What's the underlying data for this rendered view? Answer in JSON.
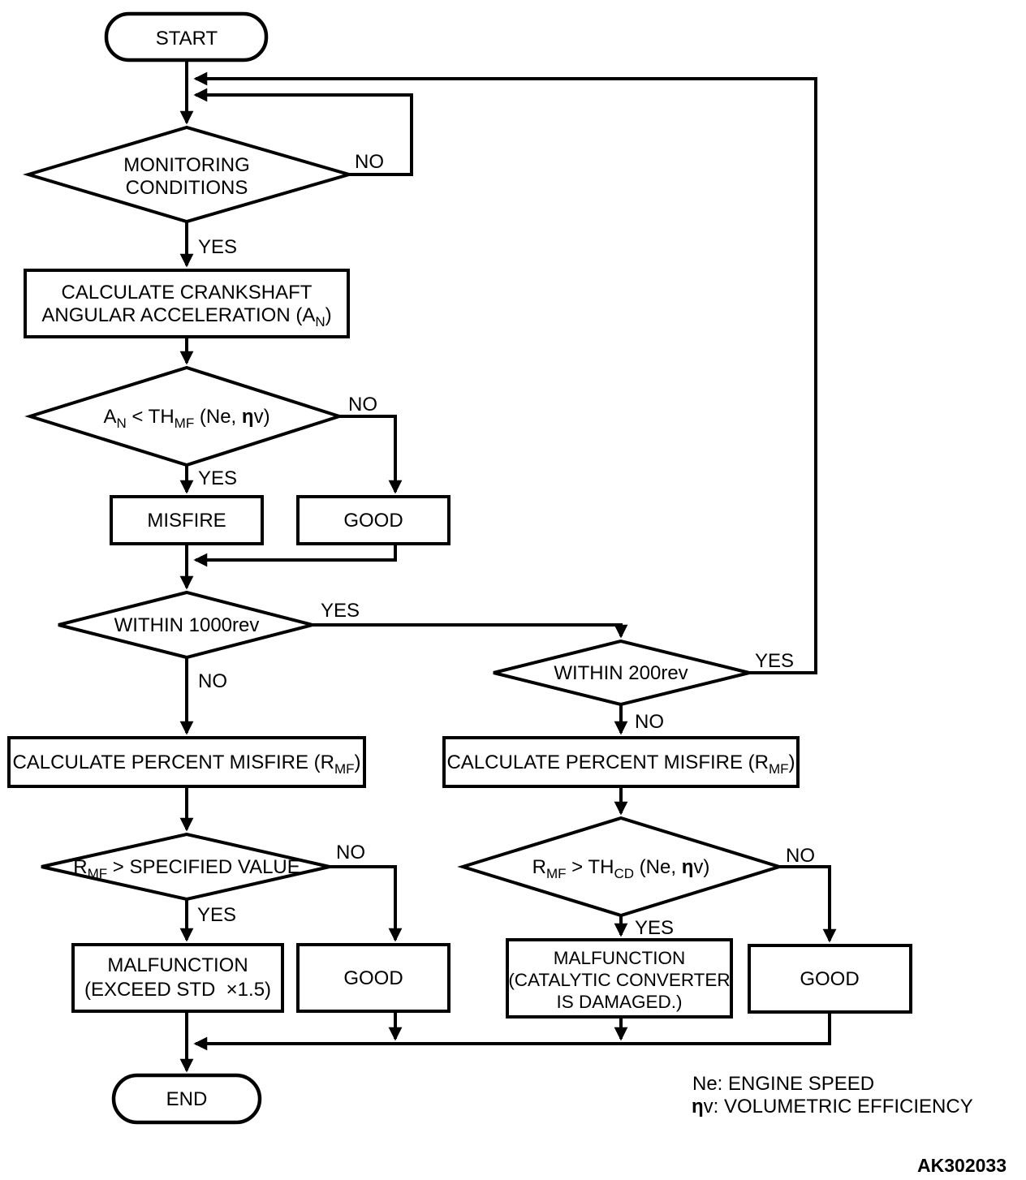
{
  "nodes": {
    "start": {
      "label": "START"
    },
    "monitoring": {
      "line1": "MONITORING",
      "line2": "CONDITIONS",
      "no": "NO",
      "yes": "YES"
    },
    "calc_accel": {
      "line1": "CALCULATE CRANKSHAFT",
      "line2_pre": "ANGULAR ACCELERATION (A",
      "line2_sub": "N",
      "line2_close": ")"
    },
    "an_check": {
      "base": "A",
      "sub1": "N",
      "mid": " < TH",
      "sub2": "MF",
      "paren": " (Ne, ",
      "eta": "η",
      "tail": "v)",
      "no": "NO",
      "yes": "YES"
    },
    "misfire": {
      "label": "MISFIRE"
    },
    "good1": {
      "label": "GOOD"
    },
    "within1000": {
      "label": "WITHIN 1000rev",
      "yes": "YES",
      "no": "NO"
    },
    "calc_pm_left": {
      "pre": "CALCULATE PERCENT MISFIRE (R",
      "sub": "MF",
      "close": ")"
    },
    "rmf_spec": {
      "base": "R",
      "sub": "MF",
      "rest": " > SPECIFIED VALUE",
      "no": "NO",
      "yes": "YES"
    },
    "malf_left": {
      "line1": "MALFUNCTION",
      "line2": "(EXCEED STD  ×1.5)"
    },
    "good2": {
      "label": "GOOD"
    },
    "within200": {
      "label": "WITHIN 200rev",
      "yes": "YES",
      "no": "NO"
    },
    "calc_pm_right": {
      "pre": "CALCULATE PERCENT MISFIRE (R",
      "sub": "MF",
      "close": ")"
    },
    "rmf_thcd": {
      "base": "R",
      "sub1": "MF",
      "mid": " > TH",
      "sub2": "CD",
      "paren": " (Ne, ",
      "eta": "η",
      "tail": "v)",
      "no": "NO",
      "yes": "YES"
    },
    "malf_right": {
      "line1": "MALFUNCTION",
      "line2": "(CATALYTIC CONVERTER",
      "line3": "IS DAMAGED.)"
    },
    "good3": {
      "label": "GOOD"
    },
    "end": {
      "label": "END"
    }
  },
  "legend": {
    "ne": "Ne: ENGINE SPEED",
    "eta": "η",
    "eta_rest": "v: VOLUMETRIC EFFICIENCY"
  },
  "figure_code": "AK302033",
  "colors": {
    "line": "#000000",
    "background": "#ffffff"
  }
}
